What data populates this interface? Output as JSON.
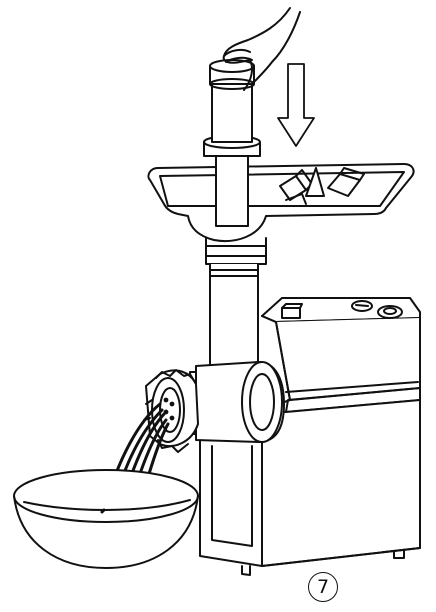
{
  "figure": {
    "step_number": "7",
    "icons": [
      "hand-icon",
      "down-arrow-icon",
      "meat-grinder",
      "food-pusher",
      "feeding-tray",
      "cutting-plate",
      "ring-nut",
      "ground-meat-strands",
      "bowl",
      "power-switch",
      "reverse-button"
    ],
    "colors": {
      "ink": "#111111",
      "background": "#ffffff"
    }
  }
}
